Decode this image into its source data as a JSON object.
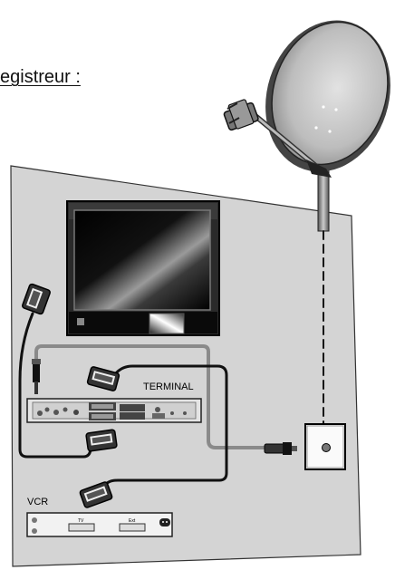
{
  "heading": "egistreur :",
  "labels": {
    "terminal": "TERMINAL",
    "vcr": "VCR",
    "vcr_port_tv": "TV",
    "vcr_port_ext": "Ext"
  },
  "colors": {
    "wall_fill": "#d4d4d4",
    "wall_stroke": "#333333",
    "grey_cable": "#8a8a8a",
    "black_cable": "#111111",
    "device_fill": "#e6e6e6"
  },
  "icons": {
    "dish": "satellite-dish-icon",
    "tv": "television-icon",
    "terminal": "satellite-receiver-icon",
    "vcr": "video-recorder-icon",
    "wall_socket": "coax-wall-socket-icon",
    "scart": "scart-plug-icon",
    "rca": "rca-plug-icon",
    "coax": "coax-plug-icon"
  }
}
